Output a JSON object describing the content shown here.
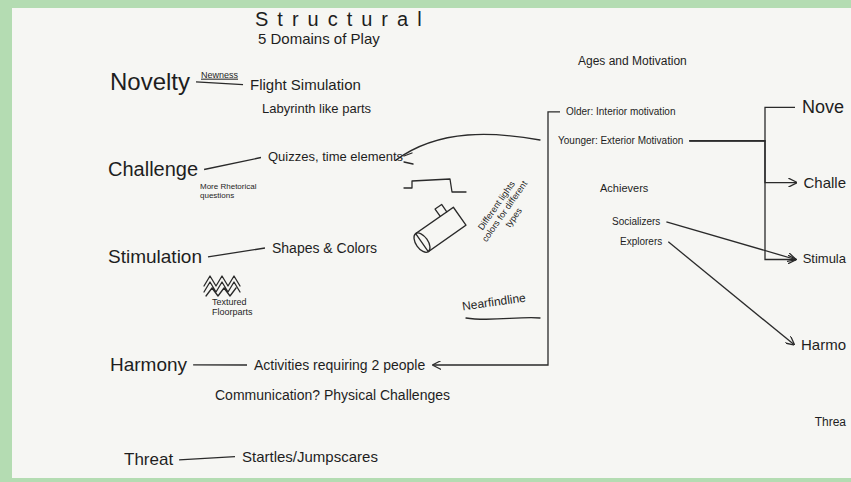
{
  "diagram": {
    "title": "Structural",
    "nodes": [
      {
        "text": [
          "Novelty"
        ]
      },
      {
        "text": [
          "Flight Simulation"
        ]
      },
      {
        "text": [
          "Challenge"
        ]
      },
      {
        "text": [
          "Quizzes, time elements"
        ]
      },
      {
        "text": [
          "Stimulation"
        ]
      },
      {
        "text": [
          "Shapes & Colors"
        ]
      },
      {
        "text": [
          "Harmony"
        ]
      },
      {
        "text": [
          "Activities requiring 2 people"
        ]
      },
      {
        "text": [
          "Threat"
        ]
      },
      {
        "text": [
          "Startles/Jumpscares"
        ]
      },
      {
        "text": [
          "Older: Interior motivation"
        ]
      },
      {
        "text": [
          "Younger: Exterior Motivation"
        ]
      },
      {
        "text": [
          "Achievers"
        ]
      },
      {
        "text": [
          "Socializers"
        ]
      },
      {
        "text": [
          "Explorers"
        ]
      },
      {
        "text": [
          "Nove"
        ]
      },
      {
        "text": [
          "Challe"
        ]
      },
      {
        "text": [
          "Stimula"
        ]
      },
      {
        "text": [
          "Harmo"
        ]
      },
      {
        "text": [
          "Threa"
        ]
      }
    ],
    "edges": [
      {
        "from": 0,
        "to": 1,
        "label": "Newness",
        "arrow": "none"
      },
      {
        "from": 2,
        "to": 3,
        "arrow": "none"
      },
      {
        "from": 4,
        "to": 5,
        "arrow": "none"
      },
      {
        "from": 6,
        "to": 7,
        "arrow": "none"
      },
      {
        "from": 8,
        "to": 9,
        "arrow": "none"
      },
      {
        "from": 10,
        "to": 7,
        "arrow": "to"
      },
      {
        "from": 11,
        "to": 15,
        "arrow": "none"
      },
      {
        "from": 11,
        "to": 16,
        "arrow": "to"
      },
      {
        "from": 11,
        "to": 17,
        "arrow": "to"
      },
      {
        "from": 13,
        "to": 17,
        "arrow": "to"
      },
      {
        "from": 14,
        "to": 18,
        "arrow": "to"
      }
    ],
    "labels": [
      "5 Domains of Play",
      "Ages and Motivation",
      "Labyrinth like parts",
      "More Rhetorical questions",
      "Textured Floorparts",
      "Communication? Physical Challenges",
      "Different lights colors for different types",
      "Nearfindline"
    ]
  }
}
